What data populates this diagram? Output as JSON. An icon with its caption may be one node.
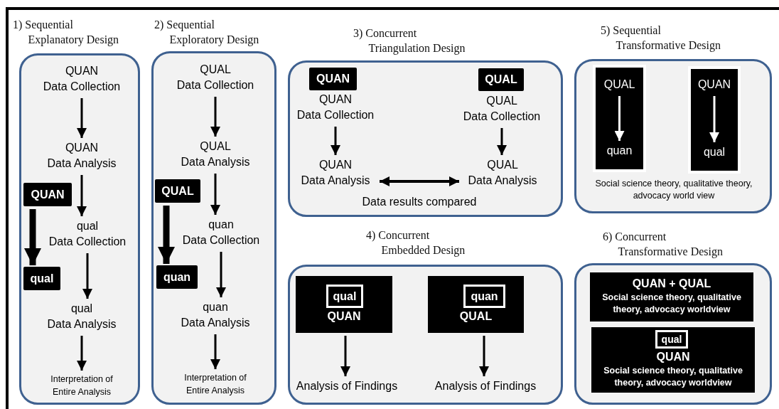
{
  "diagram": {
    "nodes": [
      {
        "text": [
          "1) Sequential Explanatory Design"
        ]
      },
      {
        "text": [
          "QUAN",
          "Data Collection"
        ],
        "in": 0
      },
      {
        "text": [
          "QUAN",
          "Data Analysis"
        ],
        "in": 0
      },
      {
        "text": [
          "QUAN"
        ],
        "in": 0
      },
      {
        "text": [
          "qual",
          "Data Collection"
        ],
        "in": 0
      },
      {
        "text": [
          "qual"
        ],
        "in": 0
      },
      {
        "text": [
          "qual",
          "Data Analysis"
        ],
        "in": 0
      },
      {
        "text": [
          "Interpretation of Entire Analysis"
        ],
        "in": 0
      },
      {
        "text": [
          "2) Sequential Exploratory Design"
        ]
      },
      {
        "text": [
          "QUAL",
          "Data Collection"
        ],
        "in": 8
      },
      {
        "text": [
          "QUAL",
          "Data Analysis"
        ],
        "in": 8
      },
      {
        "text": [
          "QUAL"
        ],
        "in": 8
      },
      {
        "text": [
          "quan",
          "Data Collection"
        ],
        "in": 8
      },
      {
        "text": [
          "quan"
        ],
        "in": 8
      },
      {
        "text": [
          "quan",
          "Data Analysis"
        ],
        "in": 8
      },
      {
        "text": [
          "Interpretation of Entire Analysis"
        ],
        "in": 8
      },
      {
        "text": [
          "3) Concurrent Triangulation Design"
        ]
      },
      {
        "text": [
          "QUAN"
        ],
        "in": 16
      },
      {
        "text": [
          "QUAN",
          "Data Collection"
        ],
        "in": 16
      },
      {
        "text": [
          "QUAN",
          "Data Analysis"
        ],
        "in": 16
      },
      {
        "text": [
          "QUAL"
        ],
        "in": 16
      },
      {
        "text": [
          "QUAL",
          "Data Collection"
        ],
        "in": 16
      },
      {
        "text": [
          "QUAL",
          "Data Analysis"
        ],
        "in": 16
      },
      {
        "text": [
          "4) Concurrent Embedded Design"
        ]
      },
      {
        "text": [
          "QUAN"
        ],
        "in": 23
      },
      {
        "text": [
          "qual"
        ],
        "in": 24
      },
      {
        "text": [
          "Analysis of Findings"
        ],
        "in": 23
      },
      {
        "text": [
          "QUAL"
        ],
        "in": 23
      },
      {
        "text": [
          "quan"
        ],
        "in": 27
      },
      {
        "text": [
          "Analysis of Findings"
        ],
        "in": 23
      },
      {
        "text": [
          "5) Sequential Transformative Design"
        ]
      },
      {
        "text": [],
        "shape": "box",
        "in": 30
      },
      {
        "text": [
          "QUAL"
        ],
        "in": 31
      },
      {
        "text": [
          "quan"
        ],
        "in": 31
      },
      {
        "text": [],
        "shape": "box",
        "in": 30
      },
      {
        "text": [
          "QUAN"
        ],
        "in": 34
      },
      {
        "text": [
          "qual"
        ],
        "in": 34
      },
      {
        "text": [
          "6) Concurrent Transformative Design"
        ]
      },
      {
        "text": [
          "QUAN + QUAL",
          "Social science theory, qualitative theory, advocacy worldview"
        ],
        "in": 37
      },
      {
        "text": [
          "QUAN",
          "Social science theory, qualitative theory, advocacy worldview"
        ],
        "in": 37
      },
      {
        "text": [
          "qual"
        ],
        "in": 39
      }
    ],
    "edges": [
      {
        "from": 1,
        "to": 2,
        "arrow": "to"
      },
      {
        "from": 2,
        "to": 4,
        "arrow": "to"
      },
      {
        "from": 3,
        "to": 5,
        "arrow": "to",
        "style": "thick"
      },
      {
        "from": 4,
        "to": 6,
        "arrow": "to"
      },
      {
        "from": 6,
        "to": 7,
        "arrow": "to"
      },
      {
        "from": 9,
        "to": 10,
        "arrow": "to"
      },
      {
        "from": 10,
        "to": 12,
        "arrow": "to"
      },
      {
        "from": 11,
        "to": 13,
        "arrow": "to",
        "style": "thick"
      },
      {
        "from": 12,
        "to": 14,
        "arrow": "to"
      },
      {
        "from": 14,
        "to": 15,
        "arrow": "to"
      },
      {
        "from": 18,
        "to": 19,
        "arrow": "to"
      },
      {
        "from": 21,
        "to": 22,
        "arrow": "to"
      },
      {
        "from": 19,
        "to": 22,
        "arrow": "both",
        "label": "Data results compared"
      },
      {
        "from": 24,
        "to": 26,
        "arrow": "to"
      },
      {
        "from": 27,
        "to": 29,
        "arrow": "to"
      },
      {
        "from": 32,
        "to": 33,
        "arrow": "to",
        "color": "#ffffff"
      },
      {
        "from": 35,
        "to": 36,
        "arrow": "to",
        "color": "#ffffff"
      }
    ],
    "labels": [
      "Social science theory, qualitative theory, advocacy world view"
    ]
  }
}
